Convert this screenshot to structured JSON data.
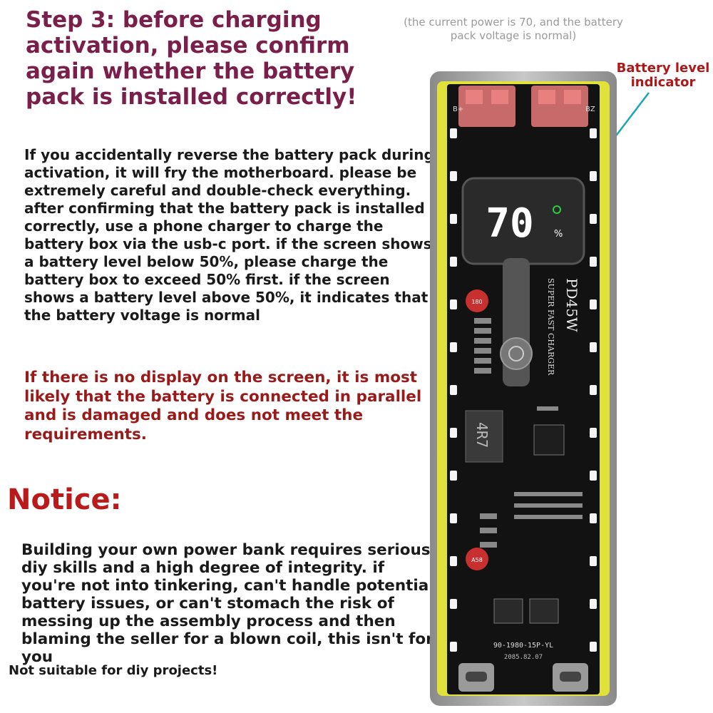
{
  "step": {
    "title": "Step 3: before charging activation, please confirm again whether the battery pack is installed correctly!",
    "note": "(the current power is 70, and the battery pack voltage is normal)",
    "body": "If you accidentally reverse the battery pack during activation, it will fry the motherboard. please be extremely careful and double-check everything. after confirming that the battery pack is installed correctly, use a phone charger to charge the battery box via the usb-c port. if the screen shows a battery level below 50%, please charge the battery box to exceed 50% first. if the screen shows a battery level above 50%, it indicates that the battery voltage is normal"
  },
  "warning": "If there is no display on the screen, it is most likely that the battery is connected in parallel and is damaged and does not meet the requirements.",
  "notice": {
    "title": "Notice:",
    "body": "Building your own power bank requires serious diy skills and a high degree of integrity. if you're not into tinkering, can't handle potential battery issues, or can't stomach the risk of messing up the assembly process and then blaming the seller for a blown coil, this isn't for you",
    "footer": "Not suitable for diy projects!"
  },
  "callout": {
    "label": "Battery level indicator"
  },
  "device": {
    "display_value": "70",
    "display_unit": "%",
    "model": "PD45W",
    "subtitle": "SUPER FAST CHARGER",
    "inductor": "4R7",
    "board_code": "90-1980-15P-YL",
    "board_date": "2085.82.07",
    "port_left": "B+",
    "port_right": "BZ",
    "cap1": "180",
    "cap2": "A58"
  },
  "colors": {
    "title": "#7a1f4a",
    "warning": "#9a1a1a",
    "notice": "#bb1a1a",
    "callout": "#b01818",
    "callout_line": "#1aa6b8",
    "led_yellow": "#e8ea30",
    "display_red": "#ffffff"
  }
}
